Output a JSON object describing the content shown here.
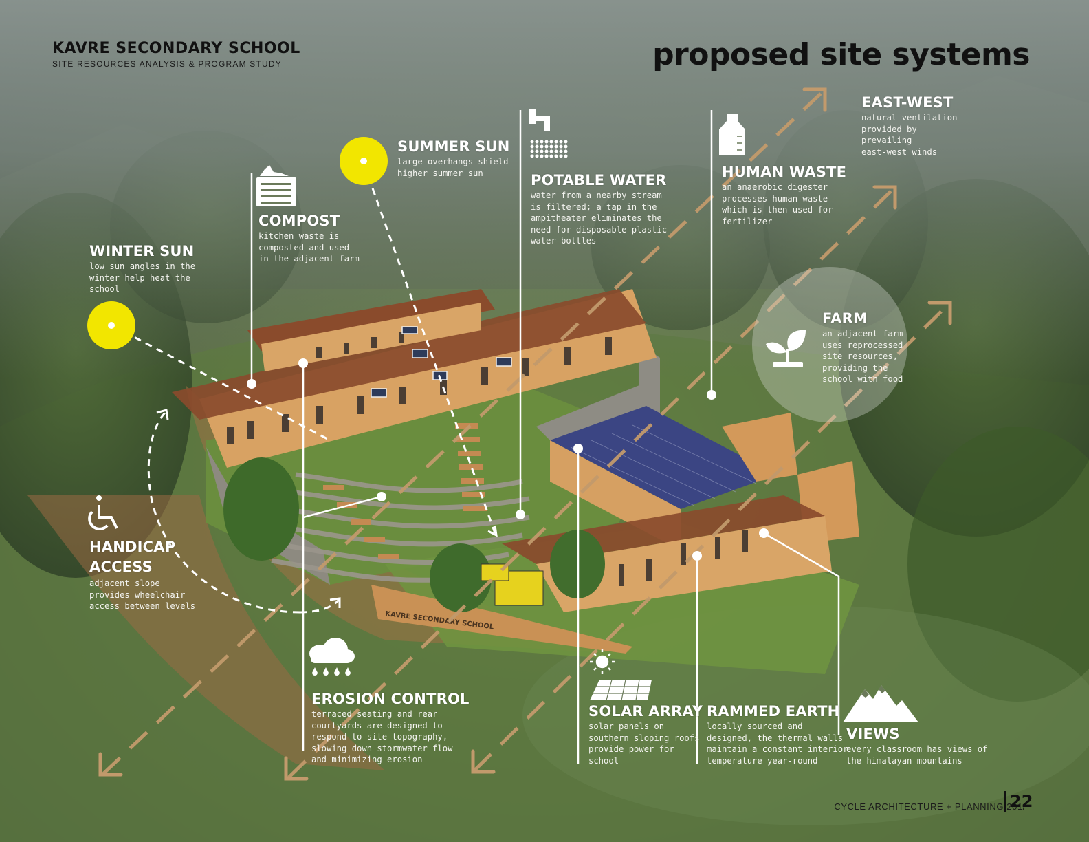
{
  "header": {
    "title": "KAVRE SECONDARY SCHOOL",
    "subtitle": "SITE RESOURCES ANALYSIS & PROGRAM STUDY",
    "page_title": "proposed site systems"
  },
  "labels": {
    "winter_sun": {
      "heading": "WINTER SUN",
      "body": "low sun angles in the\nwinter help heat the\nschool"
    },
    "compost": {
      "heading": "COMPOST",
      "body": "kitchen waste is\ncomposted and used\nin the adjacent farm"
    },
    "summer_sun": {
      "heading": "SUMMER SUN",
      "body": "large overhangs shield\nhigher summer sun"
    },
    "potable_water": {
      "heading": "POTABLE WATER",
      "body": "water from a nearby stream\nis filtered; a tap in the\nampitheater eliminates the\nneed for disposable plastic\nwater bottles"
    },
    "human_waste": {
      "heading": "HUMAN WASTE",
      "body": "an anaerobic digester\nprocesses human waste\nwhich is then used for\nfertilizer"
    },
    "east_west": {
      "heading": "EAST-WEST",
      "body": "natural ventilation\nprovided by\nprevailing\neast-west winds"
    },
    "farm": {
      "heading": "FARM",
      "body": "an adjacent farm\nuses reprocessed\nsite resources,\nproviding the\nschool with food"
    },
    "handicap_access": {
      "heading": "HANDICAP\nACCESS",
      "body": "adjacent slope\nprovides wheelchair\naccess between levels"
    },
    "erosion_control": {
      "heading": "EROSION CONTROL",
      "body": "terraced seating and rear\ncourtyards are designed to\nrespond to site topography,\nslowing down stormwater flow\nand minimizing erosion"
    },
    "solar_array": {
      "heading": "SOLAR ARRAY",
      "body": "solar panels on\nsouthern sloping roofs\nprovide power for\nschool"
    },
    "rammed_earth": {
      "heading": "RAMMED EARTH",
      "body": "locally sourced and\ndesigned, the thermal walls\nmaintain a constant interior\ntemperature year-round"
    },
    "views": {
      "heading": "VIEWS",
      "body": "every classroom has views of\nthe himalayan mountains"
    }
  },
  "signage": {
    "school_sign": "KAVRE SECONDARY SCHOOL"
  },
  "footer": {
    "text": "CYCLE ARCHITECTURE + PLANNING 201/",
    "page_number": "22"
  },
  "colors": {
    "sun_yellow": "#f2e600",
    "wind_arrow": "#c29a6c",
    "roof": "#8a4a2c",
    "wall": "#d29a5c",
    "grass": "#6d8a44",
    "solar": "#3a4480"
  },
  "icons": [
    "compost-bin-icon",
    "faucet-water-icon",
    "water-jug-icon",
    "plant-sprout-icon",
    "wheelchair-icon",
    "rain-cloud-icon",
    "sun-icon",
    "solar-panel-icon",
    "mountains-icon"
  ]
}
